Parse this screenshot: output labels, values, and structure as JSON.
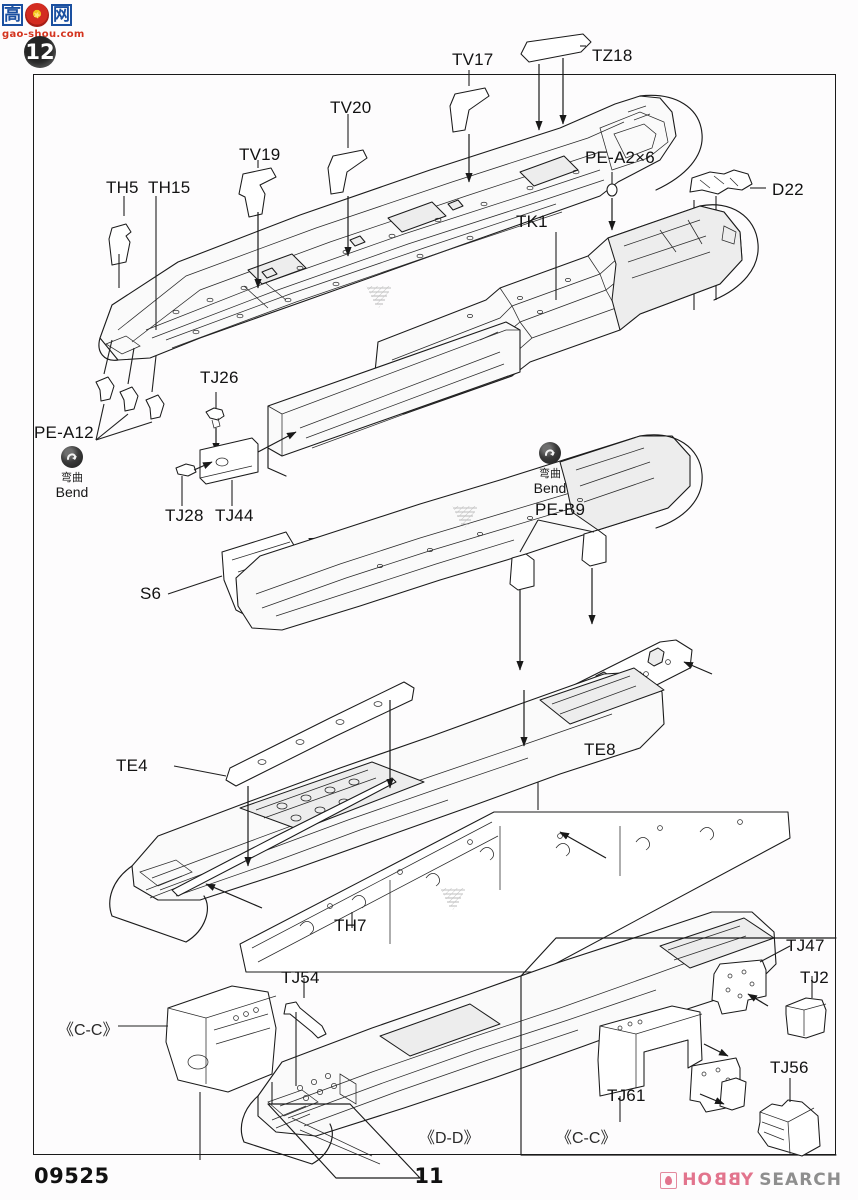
{
  "document": {
    "kit_number": "09525",
    "page_number": "11",
    "step_number": "12"
  },
  "watermark": {
    "char_left": "高",
    "char_right": "网",
    "url": "gao-shou.com",
    "seal_name": "seal-icon"
  },
  "brand": {
    "hobby": "HOBBY",
    "search": "SEARCH",
    "mark": "flame-icon"
  },
  "bend_markers": [
    {
      "id": "bend-left",
      "icon": "bend-arrow-icon",
      "cn": "弯曲",
      "en": "Bend"
    },
    {
      "id": "bend-right",
      "icon": "bend-arrow-icon",
      "cn": "弯曲",
      "en": "Bend"
    }
  ],
  "part_labels": [
    {
      "id": "th5",
      "text": "TH5"
    },
    {
      "id": "th15",
      "text": "TH15"
    },
    {
      "id": "tv19",
      "text": "TV19"
    },
    {
      "id": "tv20",
      "text": "TV20"
    },
    {
      "id": "tv17",
      "text": "TV17"
    },
    {
      "id": "tz18",
      "text": "TZ18"
    },
    {
      "id": "pea2x6",
      "text": "PE-A2×6"
    },
    {
      "id": "d22",
      "text": "D22"
    },
    {
      "id": "tk1",
      "text": "TK1"
    },
    {
      "id": "pea12",
      "text": "PE-A12"
    },
    {
      "id": "tj26",
      "text": "TJ26"
    },
    {
      "id": "tj28",
      "text": "TJ28"
    },
    {
      "id": "tj44",
      "text": "TJ44"
    },
    {
      "id": "peb9",
      "text": "PE-B9"
    },
    {
      "id": "s6",
      "text": "S6"
    },
    {
      "id": "te4",
      "text": "TE4"
    },
    {
      "id": "te8",
      "text": "TE8"
    },
    {
      "id": "th7",
      "text": "TH7"
    },
    {
      "id": "tj54",
      "text": "TJ54"
    },
    {
      "id": "tj47",
      "text": "TJ47"
    },
    {
      "id": "tj2",
      "text": "TJ2"
    },
    {
      "id": "tj61",
      "text": "TJ61"
    },
    {
      "id": "tj56",
      "text": "TJ56"
    }
  ],
  "section_views": [
    {
      "id": "cc-left",
      "text": "《C-C》"
    },
    {
      "id": "dd-bottom",
      "text": "《D-D》"
    },
    {
      "id": "cc-bottom",
      "text": "《C-C》"
    }
  ],
  "colors": {
    "ink": "#1b1b1b",
    "paper": "#fdfcfd",
    "watermark_blue": "#1a4fa0",
    "watermark_red": "#d4341f",
    "brand_pink": "#e2748d",
    "brand_gray": "#8e8e8e"
  }
}
